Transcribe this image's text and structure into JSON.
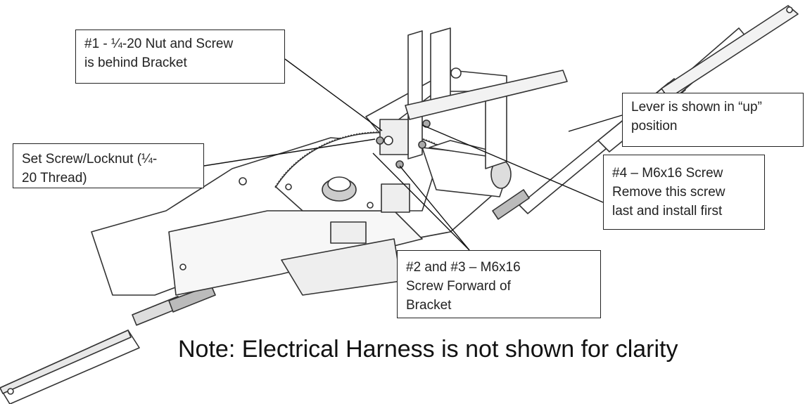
{
  "callouts": {
    "nut_screw": {
      "lines": [
        "#1 - ¼-20 Nut and Screw",
        "is behind Bracket"
      ]
    },
    "set_screw": {
      "lines": [
        "Set Screw/Locknut (¼-",
        "20 Thread)"
      ]
    },
    "lever": {
      "lines": [
        "Lever is shown in “up”",
        "position"
      ]
    },
    "m6_screw_4": {
      "lines": [
        "#4 – M6x16 Screw",
        "Remove this screw",
        "last and install first"
      ]
    },
    "m6_screw_2_3": {
      "lines": [
        "#2 and #3 – M6x16",
        "Screw Forward of",
        "Bracket"
      ]
    }
  },
  "note": "Note:  Electrical Harness is not shown for clarity"
}
